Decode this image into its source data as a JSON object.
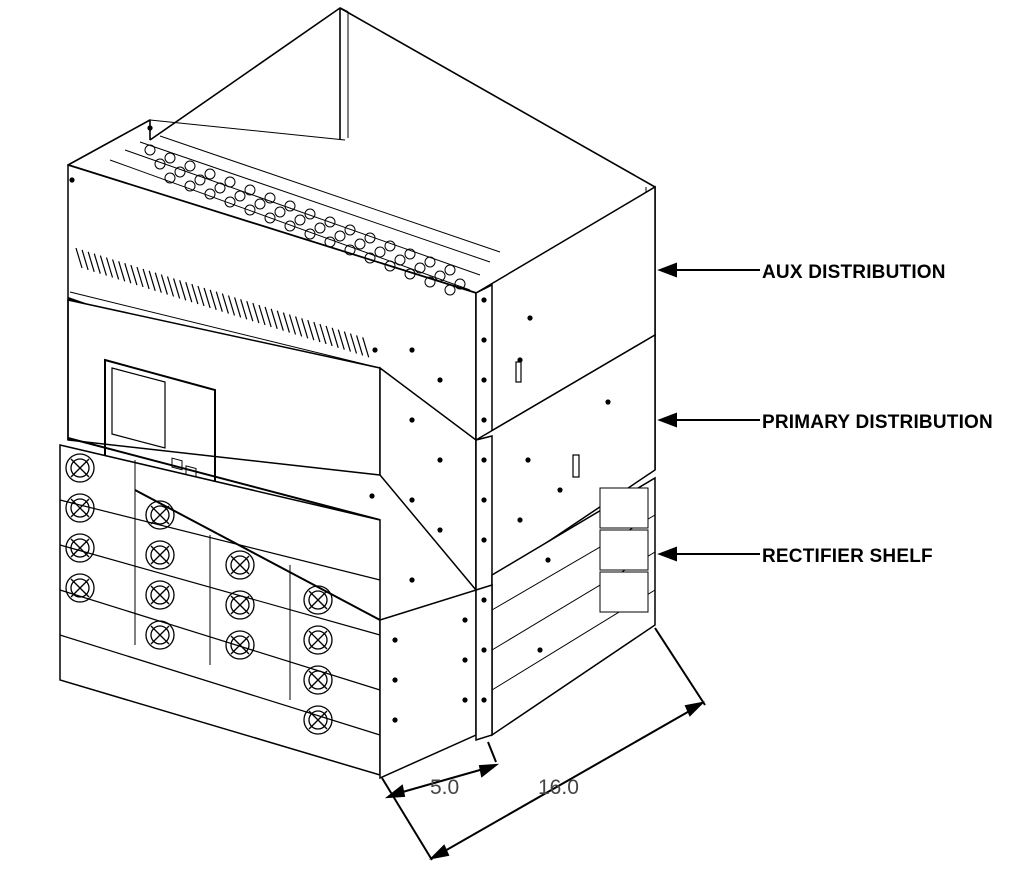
{
  "labels": {
    "aux": "AUX DISTRIBUTION",
    "primary": "PRIMARY DISTRIBUTION",
    "rectifier": "RECTIFIER SHELF"
  },
  "dimensions": {
    "depth_front": "5.0",
    "depth_total": "16.0"
  },
  "colors": {
    "line": "#000000",
    "text": "#000000",
    "dimension_text": "#444444",
    "background": "#ffffff"
  }
}
